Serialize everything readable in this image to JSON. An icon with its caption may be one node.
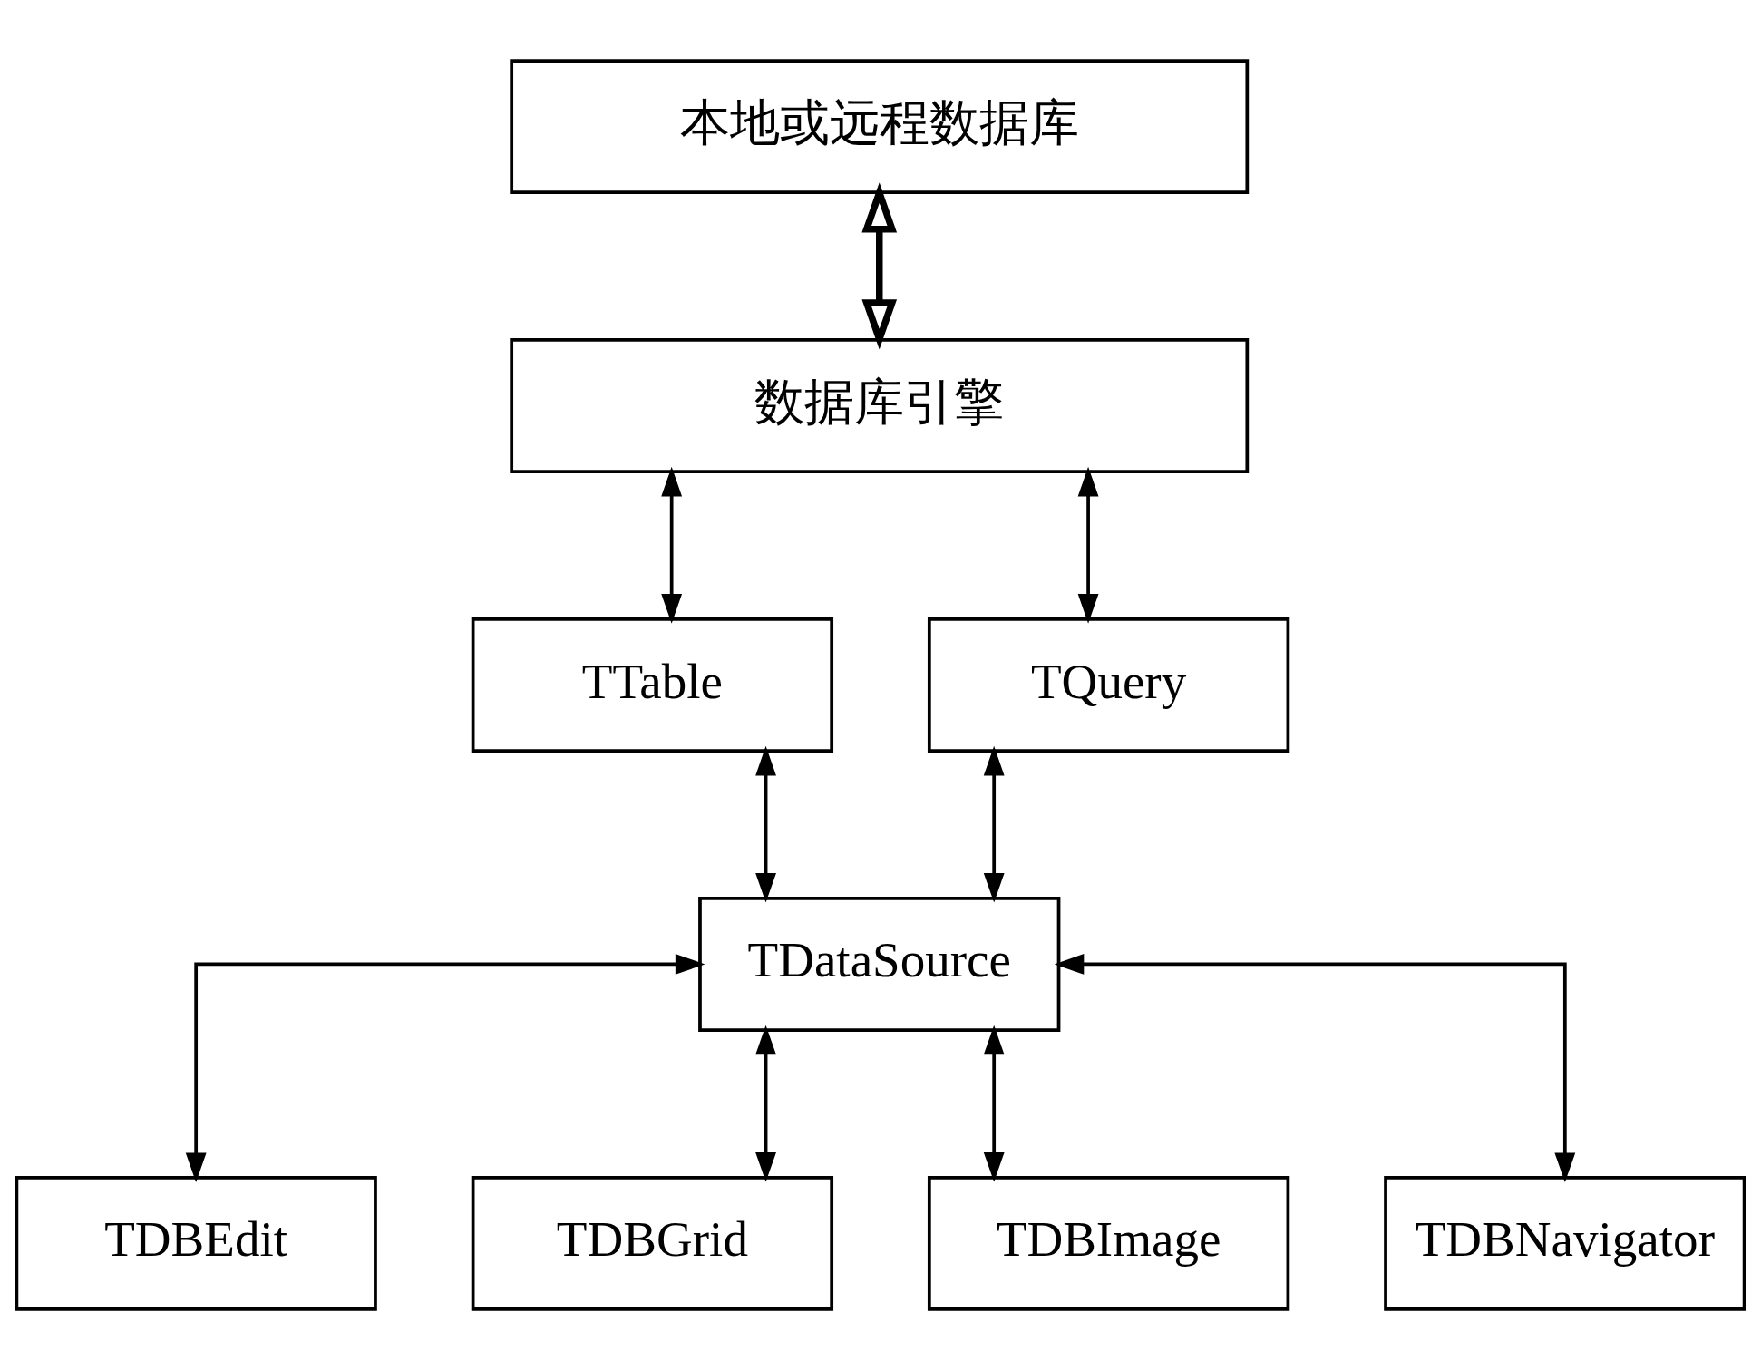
{
  "diagram": {
    "nodes": [
      {
        "text": [
          "本地或远程数据库"
        ]
      },
      {
        "text": [
          "数据库引擎"
        ]
      },
      {
        "text": [
          "TTable"
        ]
      },
      {
        "text": [
          "TQuery"
        ]
      },
      {
        "text": [
          "TDataSource"
        ]
      },
      {
        "text": [
          "TDBEdit"
        ]
      },
      {
        "text": [
          "TDBGrid"
        ]
      },
      {
        "text": [
          "TDBImage"
        ]
      },
      {
        "text": [
          "TDBNavigator"
        ]
      }
    ],
    "edges": [
      {
        "from": 0,
        "to": 1,
        "arrow": "both",
        "style": "thick"
      },
      {
        "from": 1,
        "to": 2,
        "arrow": "both"
      },
      {
        "from": 1,
        "to": 3,
        "arrow": "both"
      },
      {
        "from": 2,
        "to": 4,
        "arrow": "both"
      },
      {
        "from": 3,
        "to": 4,
        "arrow": "both"
      },
      {
        "from": 4,
        "to": 5,
        "arrow": "both"
      },
      {
        "from": 4,
        "to": 6,
        "arrow": "both"
      },
      {
        "from": 4,
        "to": 7,
        "arrow": "both"
      },
      {
        "from": 4,
        "to": 8,
        "arrow": "both"
      }
    ]
  }
}
